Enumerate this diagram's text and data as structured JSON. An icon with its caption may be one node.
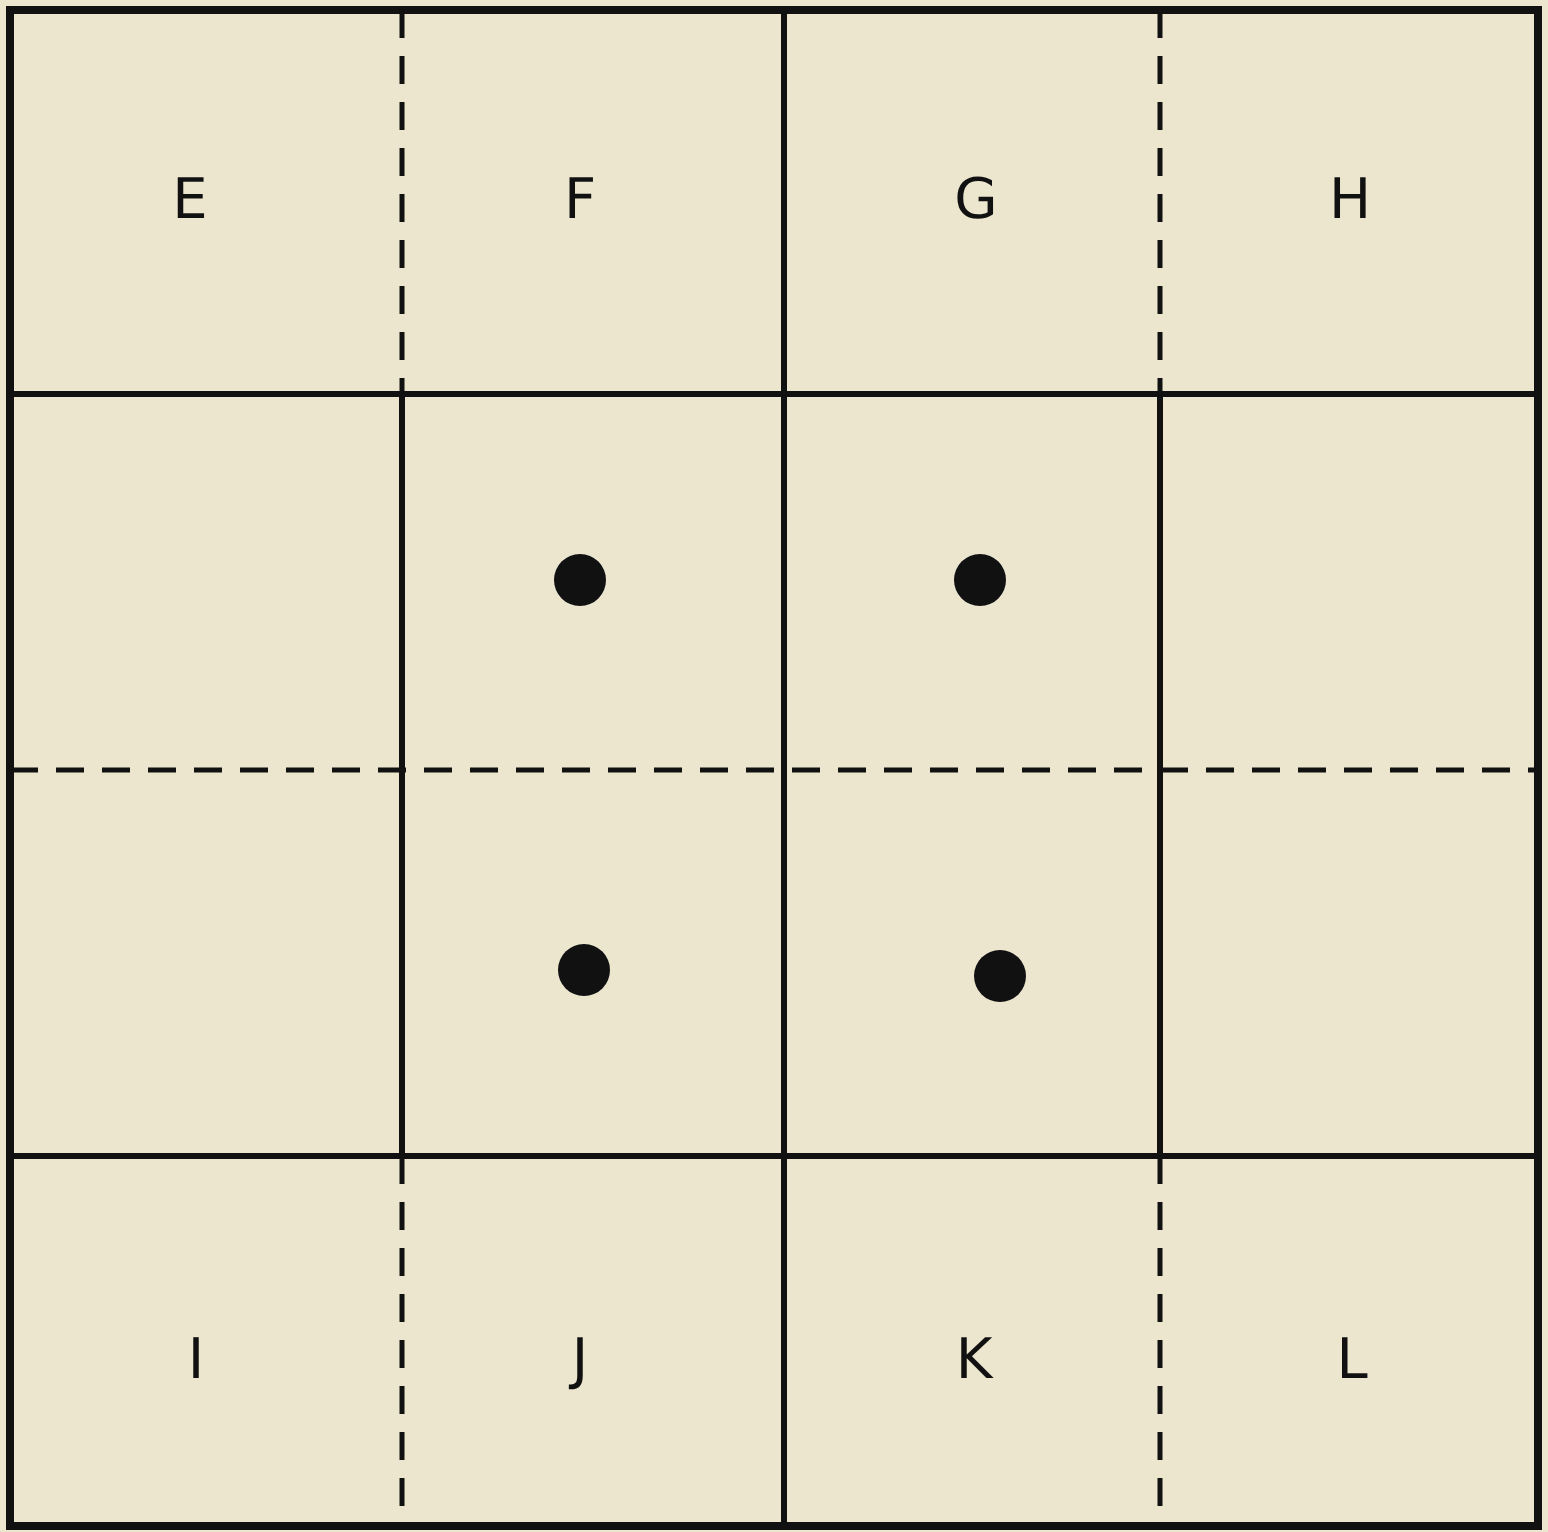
{
  "diagram": {
    "labels": [
      "E",
      "F",
      "G",
      "H",
      "I",
      "J",
      "K",
      "L"
    ]
  }
}
